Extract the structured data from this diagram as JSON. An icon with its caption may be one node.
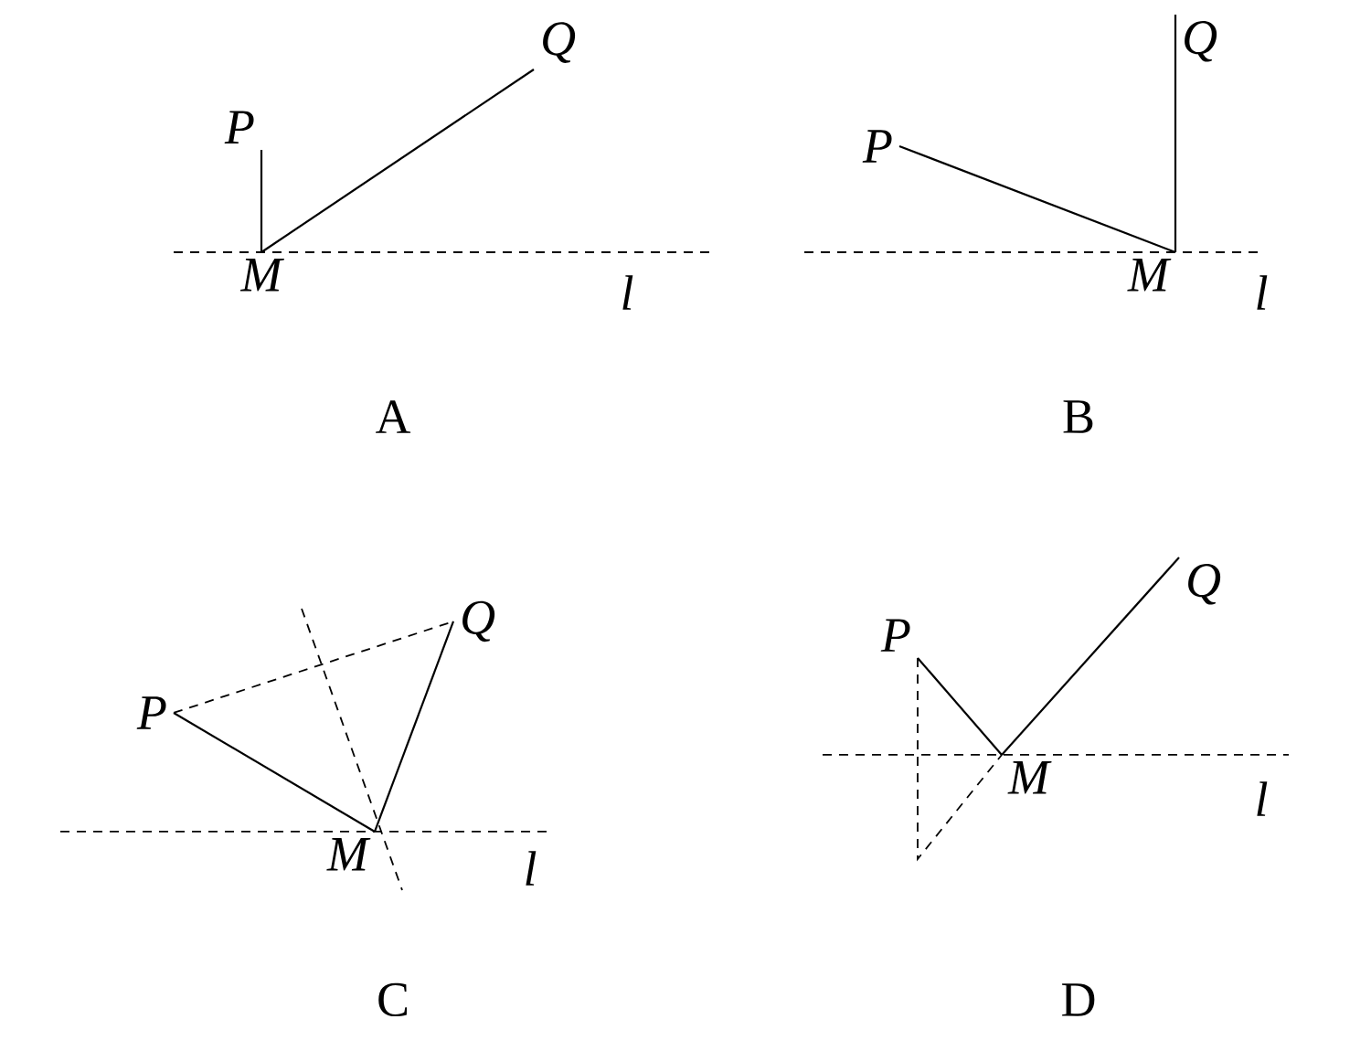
{
  "diagram": {
    "nodes": [
      {
        "text": [
          "P"
        ]
      },
      {
        "text": [
          "M"
        ]
      },
      {
        "text": [
          "Q"
        ]
      },
      {
        "text": [
          "P"
        ]
      },
      {
        "text": [
          "Q"
        ]
      },
      {
        "text": [
          "M"
        ]
      },
      {
        "text": [
          "P"
        ]
      },
      {
        "text": [
          "Q"
        ]
      },
      {
        "text": [
          "M"
        ]
      },
      {
        "text": [
          "P"
        ]
      },
      {
        "text": [
          "Q"
        ]
      },
      {
        "text": [
          "M"
        ]
      }
    ],
    "edges": [
      {
        "from": 0,
        "to": 1,
        "arrow": "none"
      },
      {
        "from": 1,
        "to": 2,
        "arrow": "none"
      },
      {
        "from": 3,
        "to": 5,
        "arrow": "none"
      },
      {
        "from": 5,
        "to": 4,
        "arrow": "none"
      },
      {
        "from": 6,
        "to": 8,
        "arrow": "none"
      },
      {
        "from": 8,
        "to": 7,
        "arrow": "none"
      },
      {
        "from": 6,
        "to": 7,
        "arrow": "none",
        "style": "dashed"
      },
      {
        "from": 9,
        "to": 11,
        "arrow": "none"
      },
      {
        "from": 11,
        "to": 10,
        "arrow": "none"
      },
      {
        "from": 9,
        "to": 11,
        "arrow": "none",
        "style": "dashed"
      }
    ],
    "labels": [
      "l",
      "l",
      "A",
      "B",
      "l",
      "l",
      "C",
      "D"
    ]
  }
}
